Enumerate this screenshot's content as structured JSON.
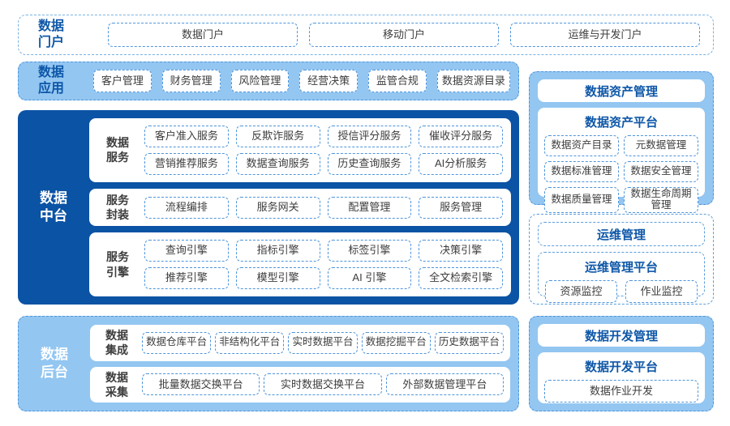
{
  "colors": {
    "dark_blue": "#0B53A4",
    "light_blue_fill": "#93C6F1",
    "dashed_border_blue": "#4E95DB",
    "title_blue": "#0E57A8",
    "text_dark": "#3D3D3D",
    "card_white": "#FFFFFF"
  },
  "portal_row": {
    "label": "数据门户",
    "items": [
      "数据门户",
      "移动门户",
      "运维与开发门户"
    ]
  },
  "app_row": {
    "label": "数据应用",
    "items": [
      "客户管理",
      "财务管理",
      "风险管理",
      "经营决策",
      "监管合规",
      "数据资源目录"
    ]
  },
  "middle_platform": {
    "label": "数据中台",
    "groups": [
      {
        "label": "数据服务",
        "rows": [
          [
            "客户准入服务",
            "反欺诈服务",
            "授信评分服务",
            "催收评分服务"
          ],
          [
            "营销推荐服务",
            "数据查询服务",
            "历史查询服务",
            "AI分析服务"
          ]
        ]
      },
      {
        "label": "服务封装",
        "rows": [
          [
            "流程编排",
            "服务网关",
            "配置管理",
            "服务管理"
          ]
        ]
      },
      {
        "label": "服务引擎",
        "rows": [
          [
            "查询引擎",
            "指标引擎",
            "标签引擎",
            "决策引擎"
          ],
          [
            "推荐引擎",
            "模型引擎",
            "AI 引擎",
            "全文检索引擎"
          ]
        ]
      }
    ]
  },
  "backend": {
    "label": "数据后台",
    "groups": [
      {
        "label": "数据集成",
        "items": [
          "数据仓库平台",
          "非结构化平台",
          "实时数据平台",
          "数据挖掘平台",
          "历史数据平台"
        ]
      },
      {
        "label": "数据采集",
        "items": [
          "批量数据交换平台",
          "实时数据交换平台",
          "外部数据管理平台"
        ]
      }
    ]
  },
  "asset_mgmt": {
    "title": "数据资产管理",
    "platform_title": "数据资产平台",
    "items": [
      "数据资产目录",
      "元数据管理",
      "数据标准管理",
      "数据安全管理",
      "数据质量管理",
      "数据生命周期管理"
    ]
  },
  "ops_mgmt": {
    "title": "运维管理",
    "platform_title": "运维管理平台",
    "items": [
      "资源监控",
      "作业监控"
    ]
  },
  "dev_mgmt": {
    "title": "数据开发管理",
    "platform_title": "数据开发平台",
    "items": [
      "数据作业开发"
    ]
  }
}
